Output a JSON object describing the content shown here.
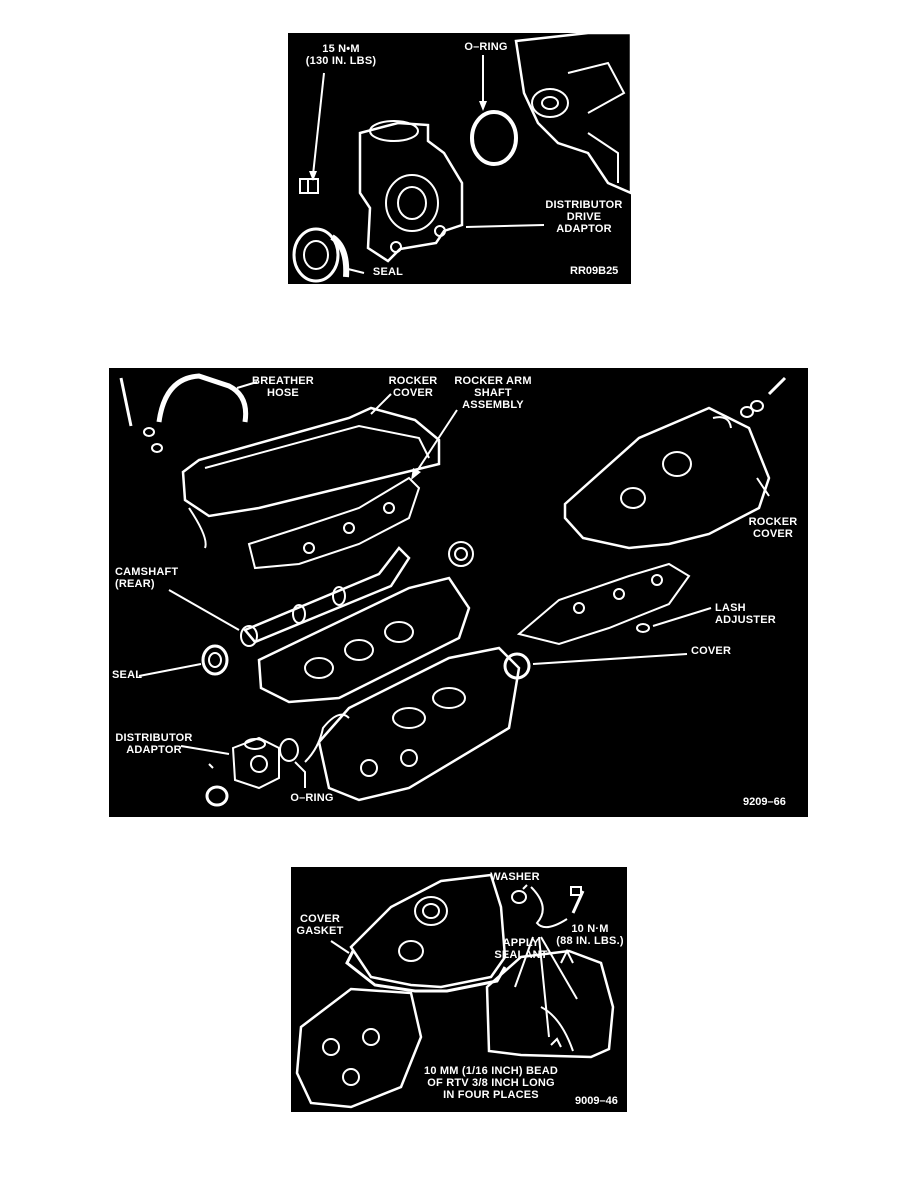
{
  "colors": {
    "background": "#000000",
    "ink": "#ffffff",
    "page": "#ffffff"
  },
  "figure1": {
    "torque": "15 N•m\n(130 IN. LBS)",
    "oring": "O–RING",
    "adaptor": "DISTRIBUTOR\nDRIVE\nADAPTOR",
    "seal": "SEAL",
    "code": "RR09B25"
  },
  "figure2": {
    "breather": "BREATHER\nHOSE",
    "rocker_cover_left": "ROCKER\nCOVER",
    "rocker_arm": "ROCKER ARM\nSHAFT\nASSEMBLY",
    "rocker_cover_right": "ROCKER\nCOVER",
    "camshaft": "CAMSHAFT\n(REAR)",
    "lash": "LASH ADJUSTER",
    "cover": "COVER",
    "seal": "SEAL",
    "dist_adaptor": "DISTRIBUTOR\nADAPTOR",
    "oring": "O–RING",
    "code": "9209–66"
  },
  "figure3": {
    "washer": "WASHER",
    "cover_gasket": "COVER\nGASKET",
    "torque": "10 N·m\n(88 IN. LBS.)",
    "apply": "APPLY\nSEALANT",
    "bead": "10 mm (1/16 INCH) BEAD\nOF RTV 3/8 INCH LONG\nIN FOUR PLACES",
    "code": "9009–46"
  }
}
